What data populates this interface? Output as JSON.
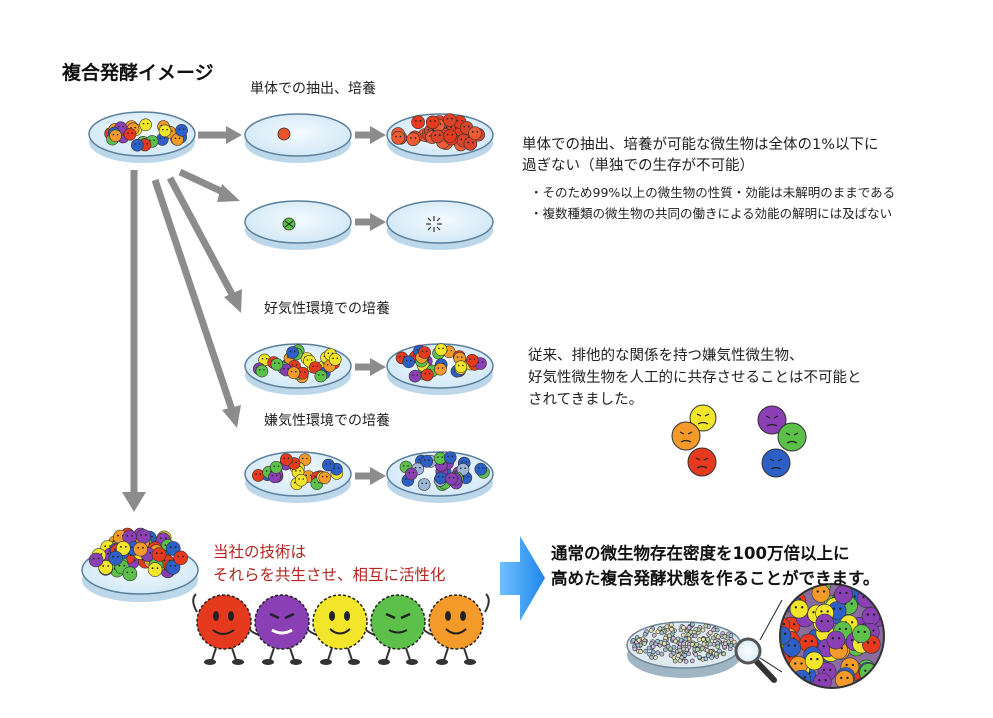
{
  "title": "複合発酵イメージ",
  "captions": {
    "single": "単体での抽出、培養",
    "aerobic": "好気性環境での培養",
    "anaerobic": "嫌気性環境での培養"
  },
  "description1": {
    "line1": "単体での抽出、培養が可能な微生物は全体の1%以下に",
    "line2": "過ぎない（単独での生存が不可能）",
    "bullet1": "・そのため99%以上の微生物の性質・効能は未解明のままである",
    "bullet2": "・複数種類の微生物の共同の働きによる効能の解明には及ばない"
  },
  "description2": {
    "line1": "従来、排他的な関係を持つ嫌気性微生物、",
    "line2": "好気性微生物を人工的に共存させることは不可能と",
    "line3": "されてきました。"
  },
  "technology": {
    "line1": "当社の技術は",
    "line2": "それらを共生させ、相互に活性化"
  },
  "result": {
    "line1": "通常の微生物存在密度を100万倍以上に",
    "line2": "高めた複合発酵状態を作ることができます。"
  },
  "colors": {
    "arrow": "#8c8c8c",
    "big_arrow": "#3b9bf2",
    "accent_red": "#b3261e",
    "microbe_red": "#e53a1e",
    "microbe_orange": "#f39a2a",
    "microbe_yellow": "#f3e52a",
    "microbe_green": "#5cc04a",
    "microbe_purple": "#8a3fb5",
    "microbe_blue": "#2e5fc6"
  },
  "icons": [
    "petri-dish-icon",
    "microbe-icon",
    "magnifier-icon",
    "flow-arrow-icon"
  ]
}
